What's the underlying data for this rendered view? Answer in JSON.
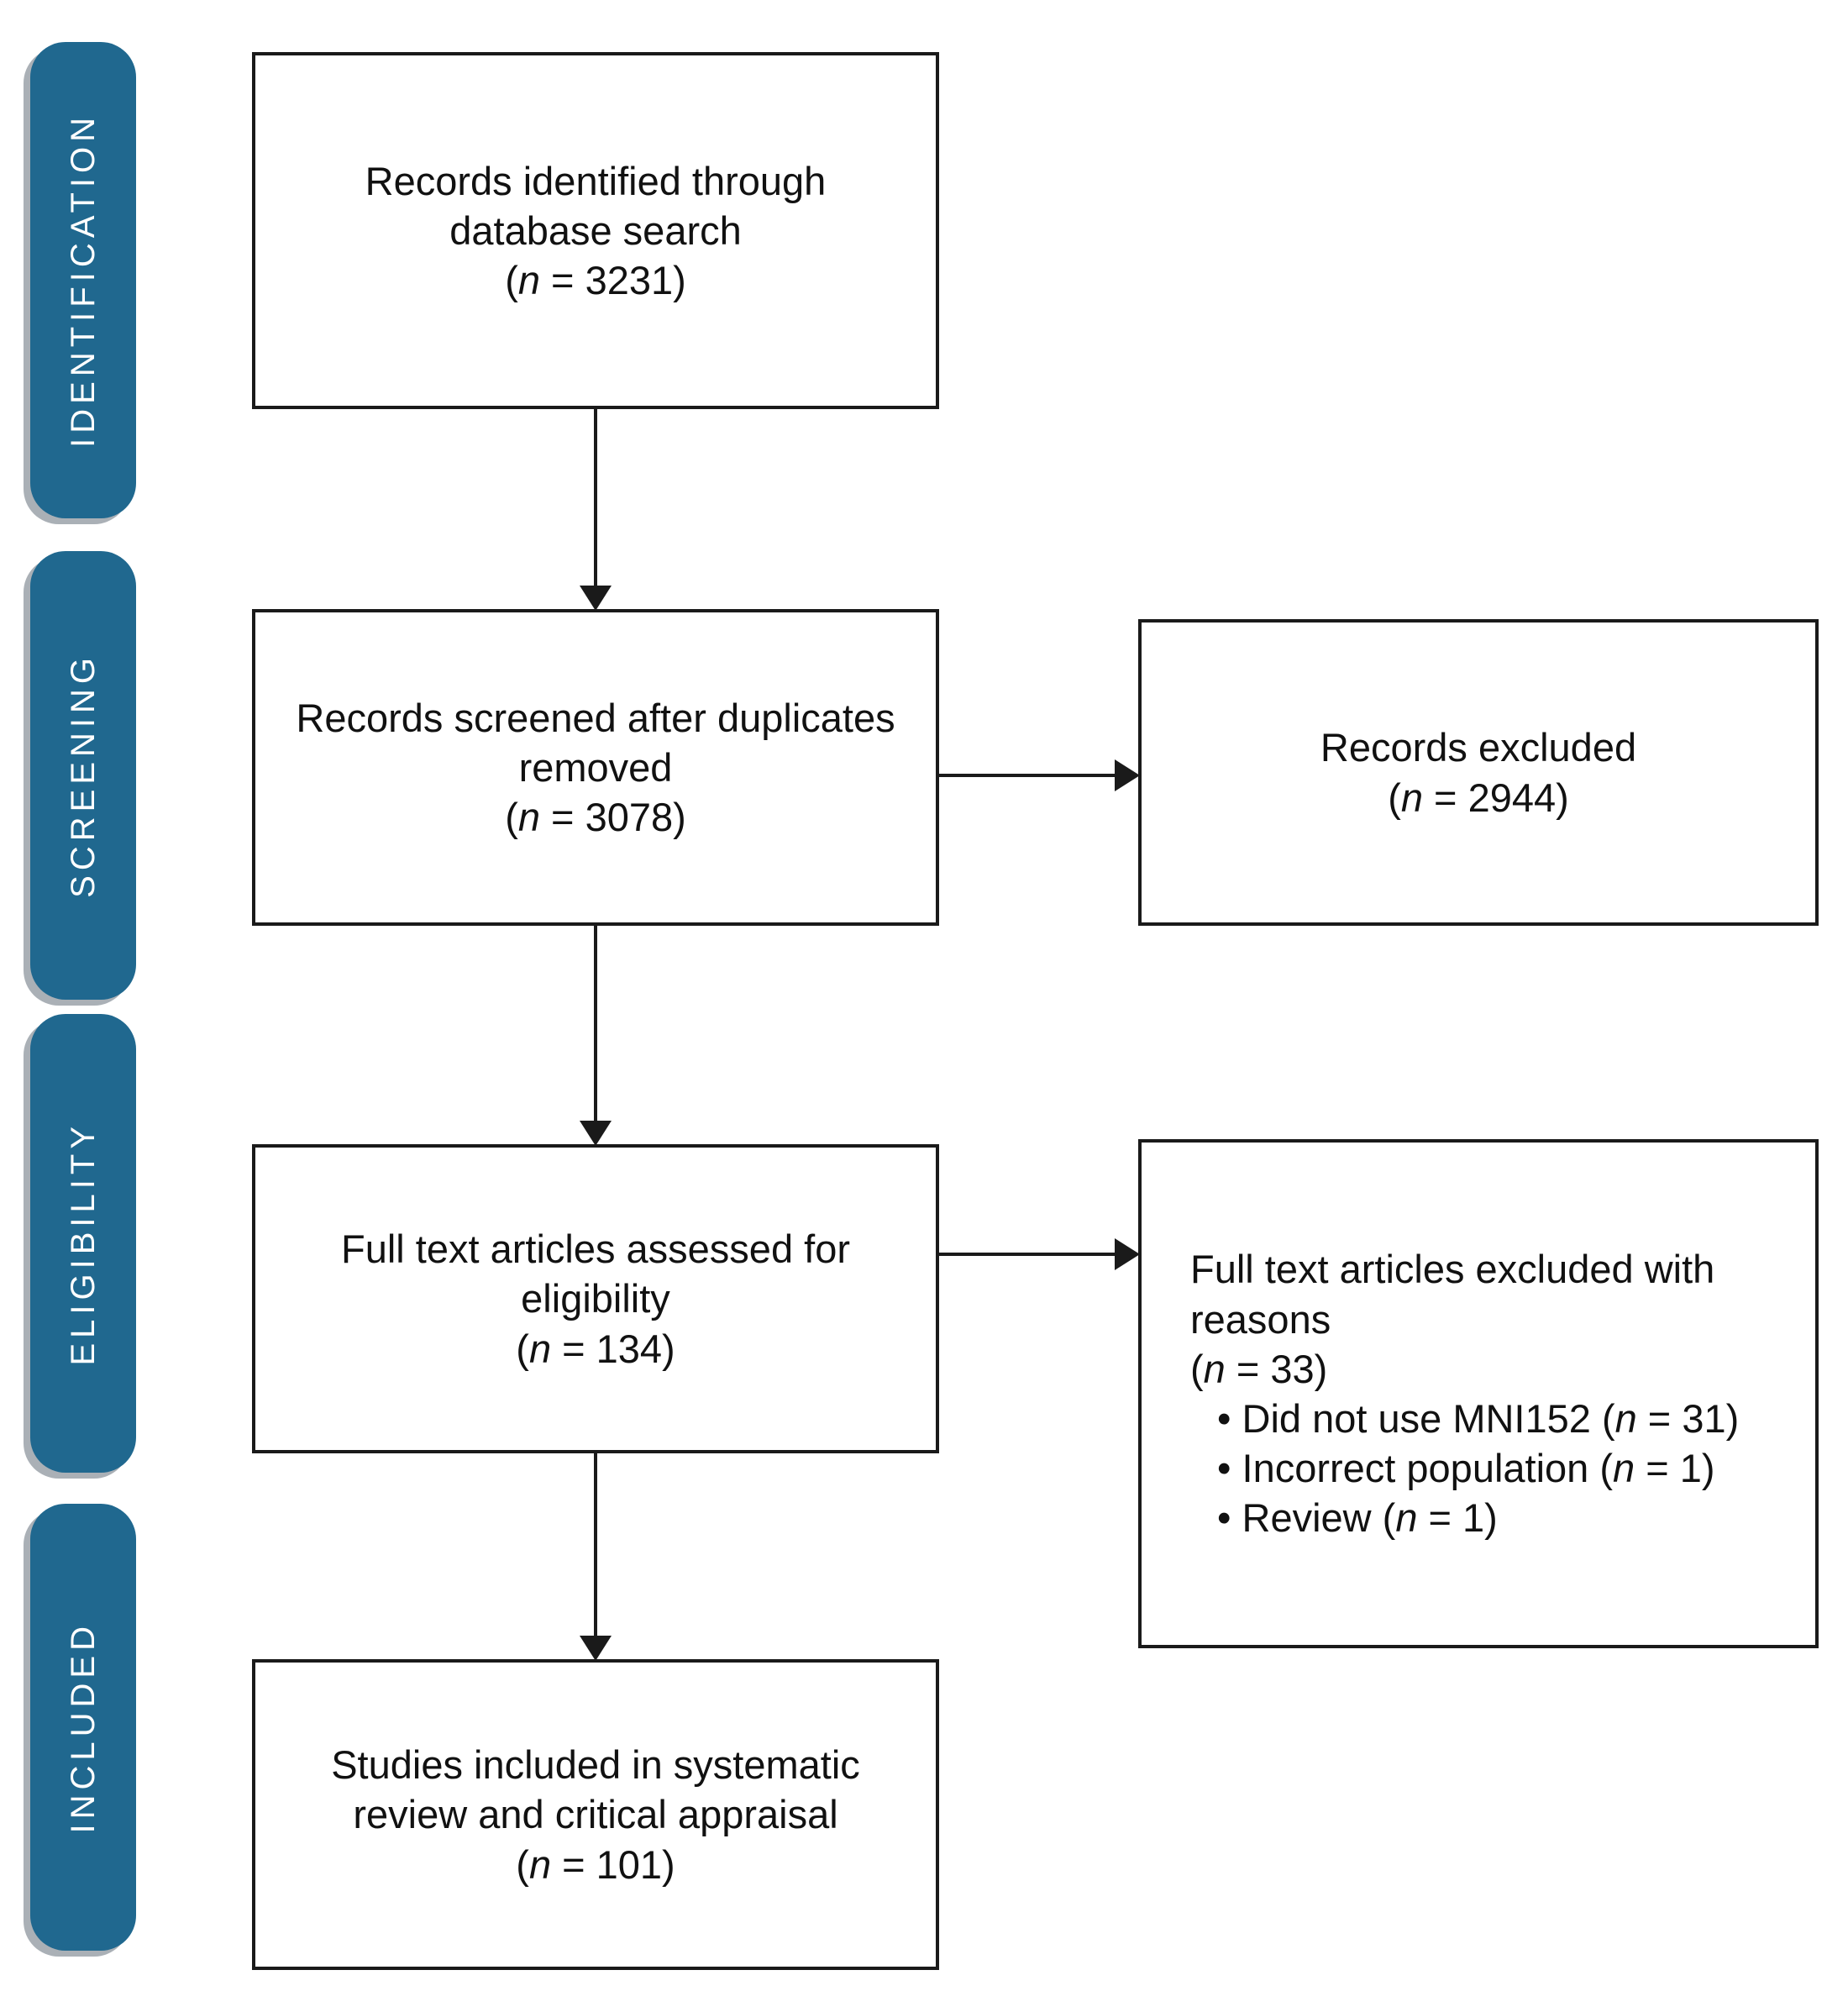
{
  "diagram": {
    "sidebar": {
      "pill_color": "#20688F",
      "text_color": "#FFFFFF",
      "labels": [
        {
          "id": "identification",
          "label": "IDENTIFICATION"
        },
        {
          "id": "screening",
          "label": "SCREENING"
        },
        {
          "id": "eligibility",
          "label": "ELIGIBILITY"
        },
        {
          "id": "included",
          "label": "INCLUDED"
        }
      ]
    },
    "boxes": {
      "identified": {
        "line1": "Records identified through",
        "line2": "database search",
        "count": "(n = 3231)"
      },
      "screened": {
        "line1": "Records screened after duplicates",
        "line2": "removed",
        "count": "(n = 3078)"
      },
      "excluded": {
        "line1": "Records excluded",
        "count": "(n = 2944)"
      },
      "fulltext_assessed": {
        "line1": "Full text articles assessed for",
        "line2": "eligibility",
        "count": "(n = 134)"
      },
      "fulltext_excluded": {
        "line1": "Full text articles excluded with",
        "line2": "reasons",
        "count": "(n = 33)",
        "bullets": [
          "• Did not use MNI152 (n = 31)",
          "• Incorrect population (n = 1)",
          "• Review (n = 1)"
        ]
      },
      "studies_included": {
        "line1": "Studies included in systematic",
        "line2": "review and critical appraisal",
        "count": "(n = 101)"
      }
    }
  }
}
